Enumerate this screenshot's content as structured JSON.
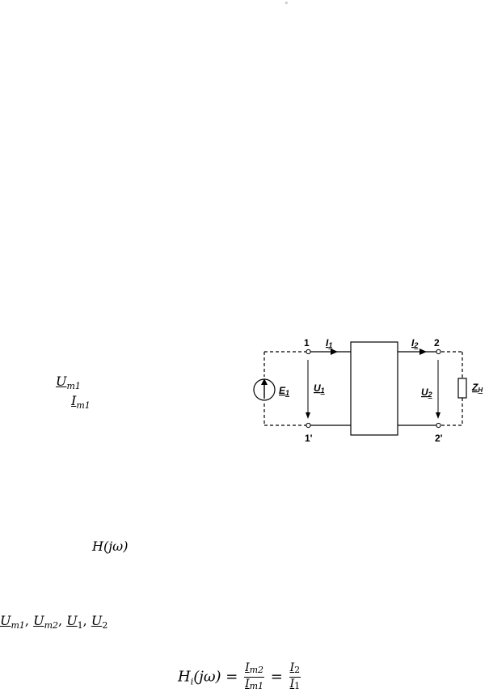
{
  "top_mark": "°",
  "left_fraction": {
    "numerator": "U",
    "numerator_sub": "m1",
    "denominator": "I",
    "denominator_sub": "m1"
  },
  "transfer_function": "H(jω)",
  "quantities": [
    {
      "symbol": "U",
      "sub": "m1"
    },
    {
      "symbol": "U",
      "sub": "m2"
    },
    {
      "symbol": "U",
      "sub": "1"
    },
    {
      "symbol": "U",
      "sub": "2"
    }
  ],
  "equation": {
    "lhs": "H",
    "lhs_sub": "i",
    "lhs_arg": "(jω) =",
    "eq": "=",
    "frac1": {
      "num": "I",
      "num_sub": "m2",
      "den": "I",
      "den_sub": "m1"
    },
    "frac2": {
      "num": "I",
      "num_sub": "2",
      "den": "I",
      "den_sub": "1"
    }
  },
  "circuit": {
    "node_1": "1",
    "node_1p": "1'",
    "node_2": "2",
    "node_2p": "2'",
    "current_in": "I",
    "current_in_sub": "1",
    "current_out": "I",
    "current_out_sub": "2",
    "source": "E",
    "source_sub": "1",
    "voltage_in": "U",
    "voltage_in_sub": "1",
    "voltage_out": "U",
    "voltage_out_sub": "2",
    "load": "Z",
    "load_sub": "H"
  }
}
